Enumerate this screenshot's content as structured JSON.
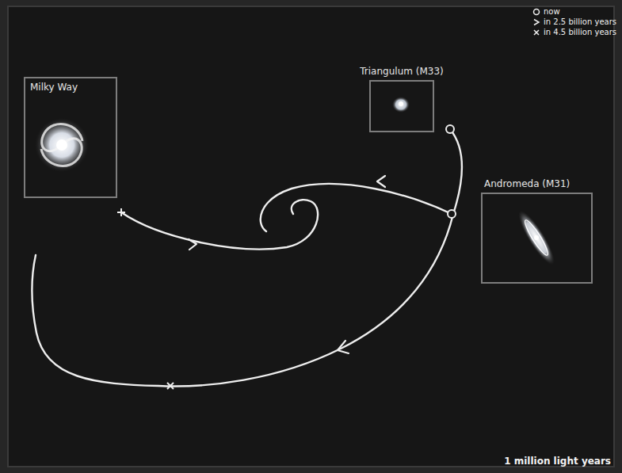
{
  "diagram": {
    "nodes": [
      {
        "text": [
          "Milky Way"
        ]
      },
      {
        "text": [
          "Triangulum (M33)"
        ]
      },
      {
        "text": [
          "Andromeda (M31)"
        ]
      }
    ],
    "labels": [
      "1 million light years"
    ],
    "legend": [
      {
        "text": "now"
      },
      {
        "text": "in 2.5 billion years"
      },
      {
        "text": "in 4.5 billion years"
      }
    ]
  }
}
